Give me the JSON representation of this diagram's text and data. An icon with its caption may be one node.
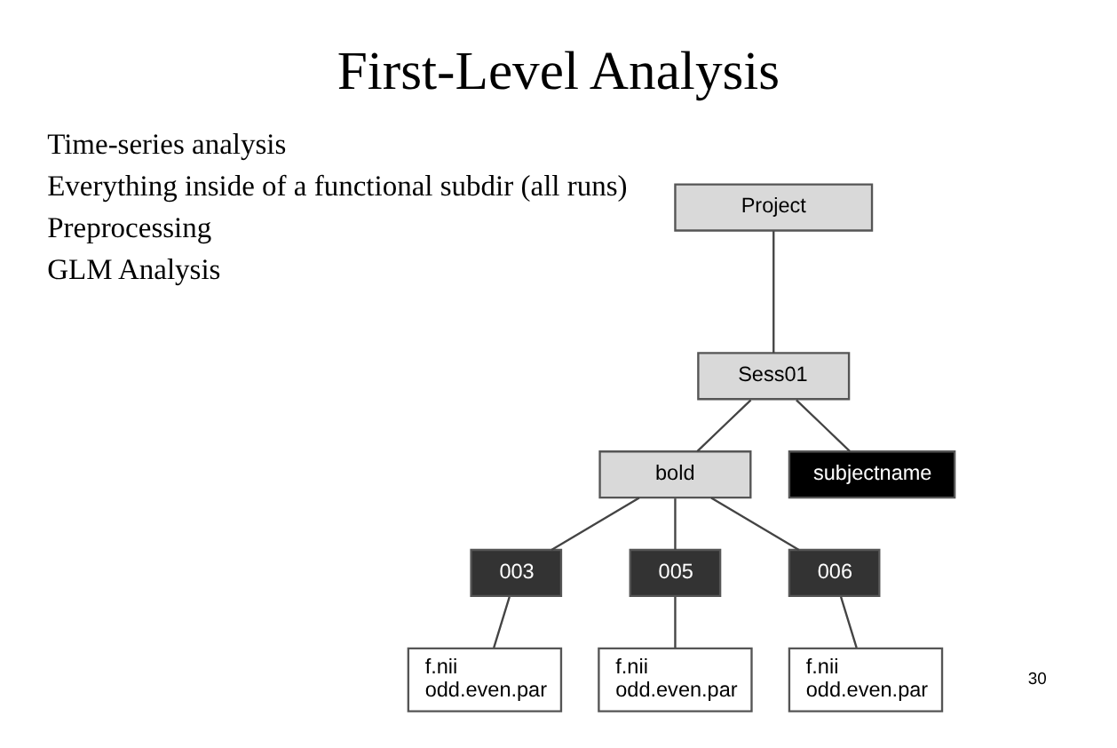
{
  "diagram": {
    "title": "First-Level Analysis",
    "nodes": [
      {
        "text": [
          "Project"
        ]
      },
      {
        "text": [
          "Sess01"
        ]
      },
      {
        "text": [
          "bold"
        ]
      },
      {
        "text": [
          "subjectname"
        ]
      },
      {
        "text": [
          "003"
        ]
      },
      {
        "text": [
          "005"
        ]
      },
      {
        "text": [
          "006"
        ]
      },
      {
        "text": [
          "f.nii",
          "odd.even.par"
        ]
      },
      {
        "text": [
          "f.nii",
          "odd.even.par"
        ]
      },
      {
        "text": [
          "f.nii",
          "odd.even.par"
        ]
      }
    ],
    "edges": [
      {
        "from": 0,
        "to": 1,
        "arrow": "none"
      },
      {
        "from": 1,
        "to": 2,
        "arrow": "none"
      },
      {
        "from": 1,
        "to": 3,
        "arrow": "none"
      },
      {
        "from": 2,
        "to": 4,
        "arrow": "none"
      },
      {
        "from": 2,
        "to": 5,
        "arrow": "none"
      },
      {
        "from": 2,
        "to": 6,
        "arrow": "none"
      },
      {
        "from": 4,
        "to": 7,
        "arrow": "none"
      },
      {
        "from": 5,
        "to": 8,
        "arrow": "none"
      },
      {
        "from": 6,
        "to": 9,
        "arrow": "none"
      }
    ],
    "labels": [
      "Time-series analysis",
      "Everything inside of a functional subdir (all runs)",
      "Preprocessing",
      "GLM Analysis",
      "30"
    ]
  }
}
